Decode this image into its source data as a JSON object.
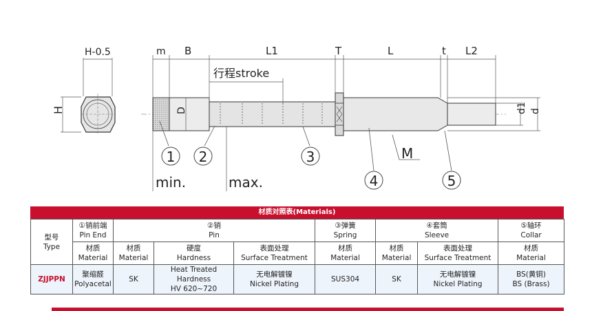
{
  "drawing": {
    "dims": {
      "h_minus": "H-0.5",
      "h": "H",
      "m": "m",
      "b": "B",
      "l1": "L1",
      "t": "T",
      "l": "L",
      "t_small": "t",
      "l2": "L2",
      "d_cap": "D",
      "d1": "d1",
      "d": "d",
      "stroke": "行程stroke",
      "m_cap": "M",
      "min": "min.",
      "max": "max."
    },
    "callouts": [
      "1",
      "2",
      "3",
      "4",
      "5"
    ]
  },
  "table": {
    "title": "材质对照表(Materials)",
    "headers": {
      "type_cn": "型号",
      "type_en": "Type",
      "pin_end_cn": "①销前端",
      "pin_end_en": "Pin End",
      "pin_cn": "②销",
      "pin_en": "Pin",
      "spring_cn": "③弹簧",
      "spring_en": "Spring",
      "sleeve_cn": "④套筒",
      "sleeve_en": "Sleeve",
      "collar_cn": "⑤轴环",
      "collar_en": "Collar"
    },
    "subheaders": [
      {
        "cn": "材质",
        "en": "Material"
      },
      {
        "cn": "材质",
        "en": "Material"
      },
      {
        "cn": "硬度",
        "en": "Hardness"
      },
      {
        "cn": "表面处理",
        "en": "Surface Treatment"
      },
      {
        "cn": "材质",
        "en": "Material"
      },
      {
        "cn": "材质",
        "en": "Material"
      },
      {
        "cn": "表面处理",
        "en": "Surface Treatment"
      },
      {
        "cn": "材质",
        "en": "Material"
      }
    ],
    "row": {
      "model": "ZJJPPN",
      "pin_end_mat_cn": "聚缩醛",
      "pin_end_mat_en": "Polyacetal",
      "pin_mat": "SK",
      "pin_hard_1": "Heat Treated  Hardness",
      "pin_hard_2": "HV 620~720",
      "pin_surf_cn": "无电解镀镍",
      "pin_surf_en": "Nickel Plating",
      "spring_mat": "SUS304",
      "sleeve_mat": "SK",
      "sleeve_surf_cn": "无电解镀镍",
      "sleeve_surf_en": "Nickel Plating",
      "collar_mat_cn": "BS(黄铜)",
      "collar_mat_en": "BS (Brass)"
    }
  },
  "colors": {
    "accent": "#c8102e",
    "row_bg": "#eef4fb"
  }
}
